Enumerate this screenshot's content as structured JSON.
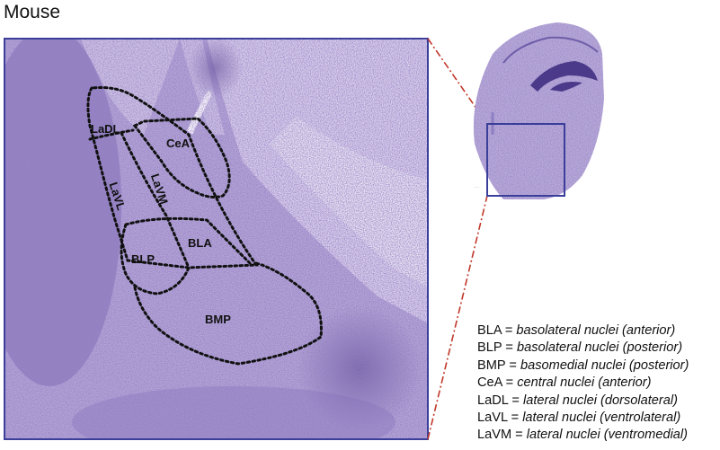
{
  "title": "Mouse",
  "regions": [
    {
      "abbr": "LaDL"
    },
    {
      "abbr": "CeA"
    },
    {
      "abbr": "LaVL"
    },
    {
      "abbr": "LaVM"
    },
    {
      "abbr": "BLA"
    },
    {
      "abbr": "BLP"
    },
    {
      "abbr": "BMP"
    }
  ],
  "legend": [
    {
      "abbr": "BLA",
      "sep": " = ",
      "def": "basolateral nuclei (anterior)"
    },
    {
      "abbr": "BLP",
      "sep": " = ",
      "def": "basolateral nuclei (posterior)"
    },
    {
      "abbr": "BMP",
      "sep": " = ",
      "def": "basomedial nuclei (posterior)"
    },
    {
      "abbr": "CeA",
      "sep": " = ",
      "def": "central nuclei (anterior)"
    },
    {
      "abbr": "LaDL",
      "sep": " = ",
      "def": "lateral nuclei (dorsolateral)"
    },
    {
      "abbr": "LaVL",
      "sep": " = ",
      "def": "lateral nuclei (ventrolateral)"
    },
    {
      "abbr": "LaVM",
      "sep": " = ",
      "def": "lateral nuclei (ventromedial)"
    }
  ],
  "colors": {
    "tissue": "#a89ad0",
    "tissue_dark": "#5e4b9a",
    "frame": "#3b3f9a",
    "connector": "#c0392b"
  }
}
